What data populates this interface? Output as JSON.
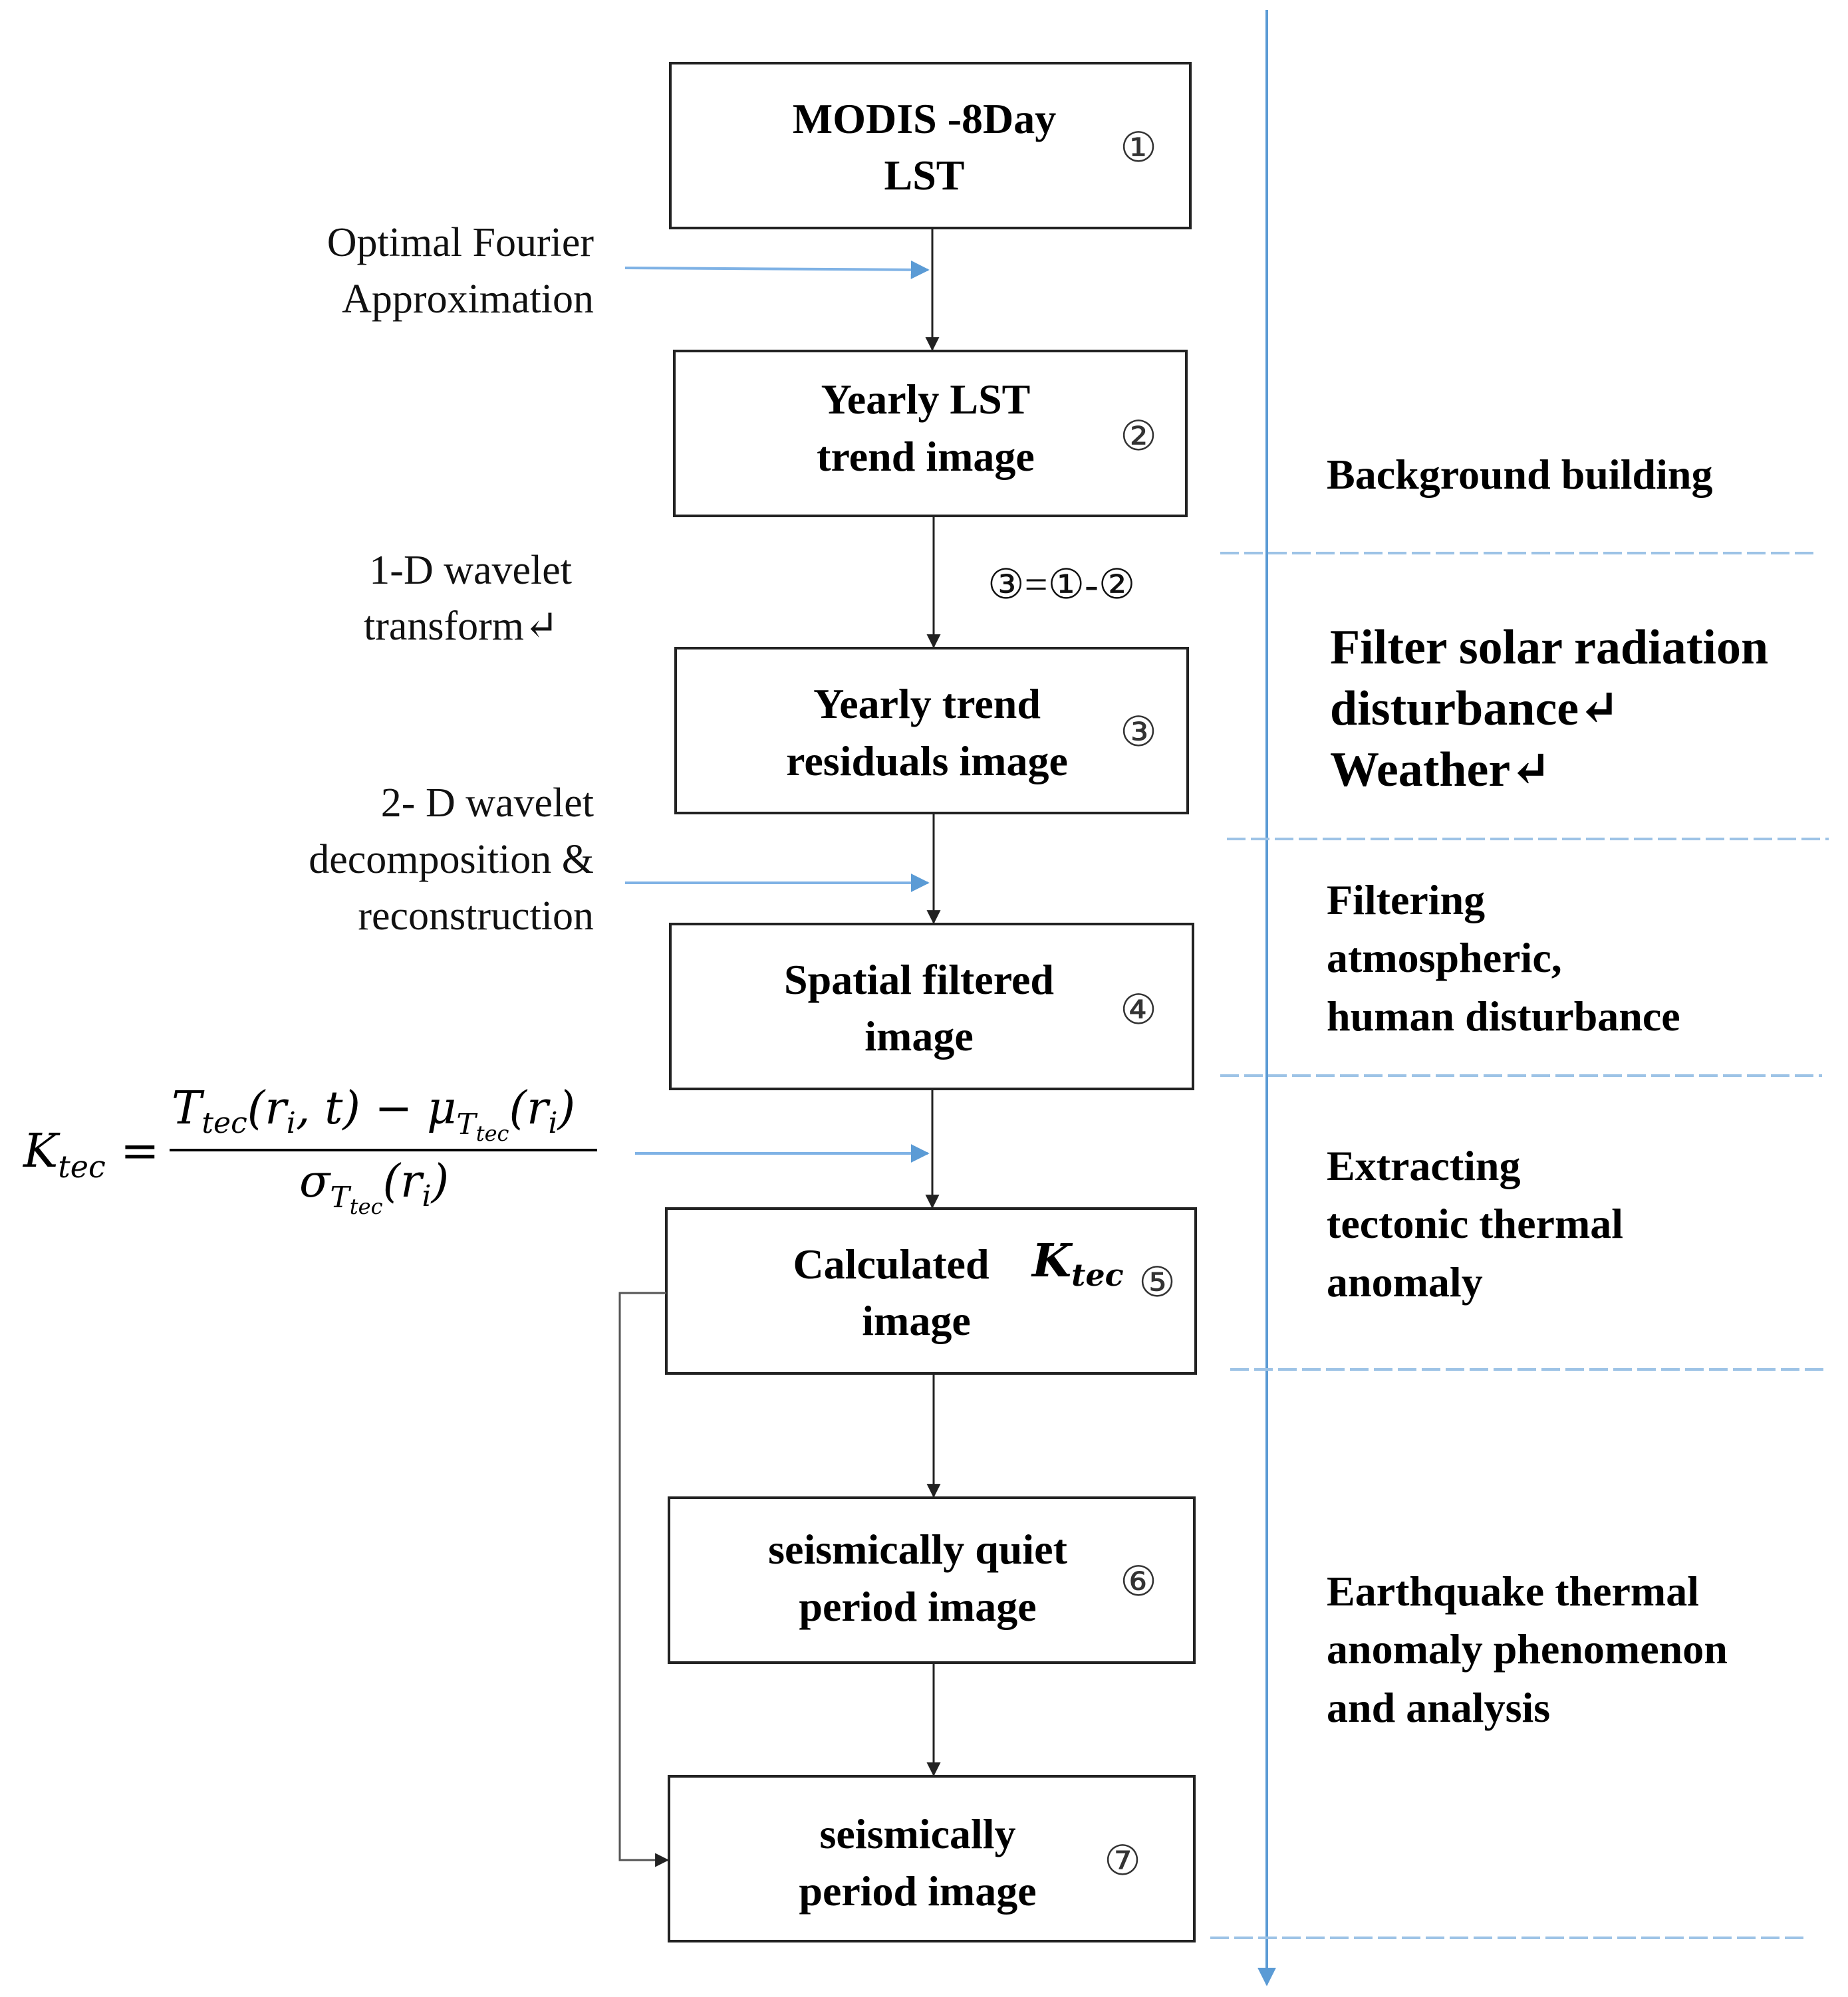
{
  "boxes": [
    {
      "lines": [
        "MODIS -8Day",
        "LST"
      ],
      "number": "①"
    },
    {
      "lines": [
        "Yearly LST",
        "trend image"
      ],
      "number": "②"
    },
    {
      "lines": [
        "Yearly trend",
        "residuals image"
      ],
      "number": "③"
    },
    {
      "lines": [
        "Spatial filtered",
        "image"
      ],
      "number": "④"
    },
    {
      "lines": [
        "Calculated",
        "image"
      ],
      "number": "⑤",
      "symbol": "K",
      "symbol_sub": "tec"
    },
    {
      "lines": [
        "seismically quiet",
        "period image"
      ],
      "number": "⑥"
    },
    {
      "lines": [
        "seismically",
        "period image"
      ],
      "number": "⑦"
    }
  ],
  "side_labels": {
    "fourier": [
      "Optimal Fourier",
      "Approximation"
    ],
    "wavelet_1d": [
      "1-D wavelet",
      "transform↵"
    ],
    "wavelet_2d": [
      "2- D wavelet",
      "decomposition &",
      "reconstruction"
    ],
    "residual_eq": "③=①-②"
  },
  "formula": {
    "lhs": "K",
    "lhs_sub": "tec",
    "numerator": "T",
    "numerator_sub": "tec",
    "numerator_args": "(r",
    "numerator_args_sub": "i",
    "numerator_args_end": ", t) − μ",
    "numerator_mu_sub": "T",
    "numerator_mu_subsub": "tec",
    "numerator_mu_args": "(r",
    "numerator_mu_args_sub": "i",
    "numerator_mu_args_end": ")",
    "denominator": "σ",
    "denominator_sub": "T",
    "denominator_subsub": "tec",
    "denominator_args": "(r",
    "denominator_args_sub": "i",
    "denominator_args_end": ")"
  },
  "stages": [
    {
      "lines": [
        "Background building"
      ]
    },
    {
      "lines": [
        "Filter solar radiation",
        "disturbance↵",
        "Weather↵"
      ]
    },
    {
      "lines": [
        "Filtering",
        "atmospheric,",
        "human disturbance"
      ]
    },
    {
      "lines": [
        "Extracting",
        "tectonic thermal",
        "anomaly"
      ]
    },
    {
      "lines": [
        "Earthquake thermal",
        "anomaly phenomenon",
        "and analysis"
      ]
    }
  ],
  "colors": {
    "box_stroke": "#222222",
    "arrow": "#222222",
    "blue_arrow": "#7fb2e5",
    "axis": "#5b9bd5",
    "divider": "#9dc3e6"
  }
}
